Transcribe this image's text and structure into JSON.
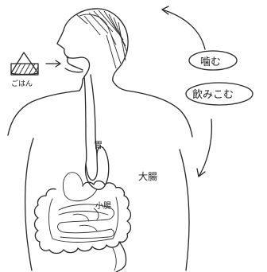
{
  "labels": {
    "rice": "ごはん",
    "stomach": "胃",
    "large_intestine": "大腸",
    "small_intestine": "小腸",
    "chew": "噛む",
    "swallow": "飲みこむ"
  },
  "icons": {
    "rice": "onigiri-icon",
    "arrow_in": "arrow-right-icon",
    "cycle_up": "curved-arrow-up-icon",
    "cycle_down": "curved-arrow-down-icon"
  },
  "colors": {
    "ink": "#262626",
    "paper": "#ffffff"
  }
}
